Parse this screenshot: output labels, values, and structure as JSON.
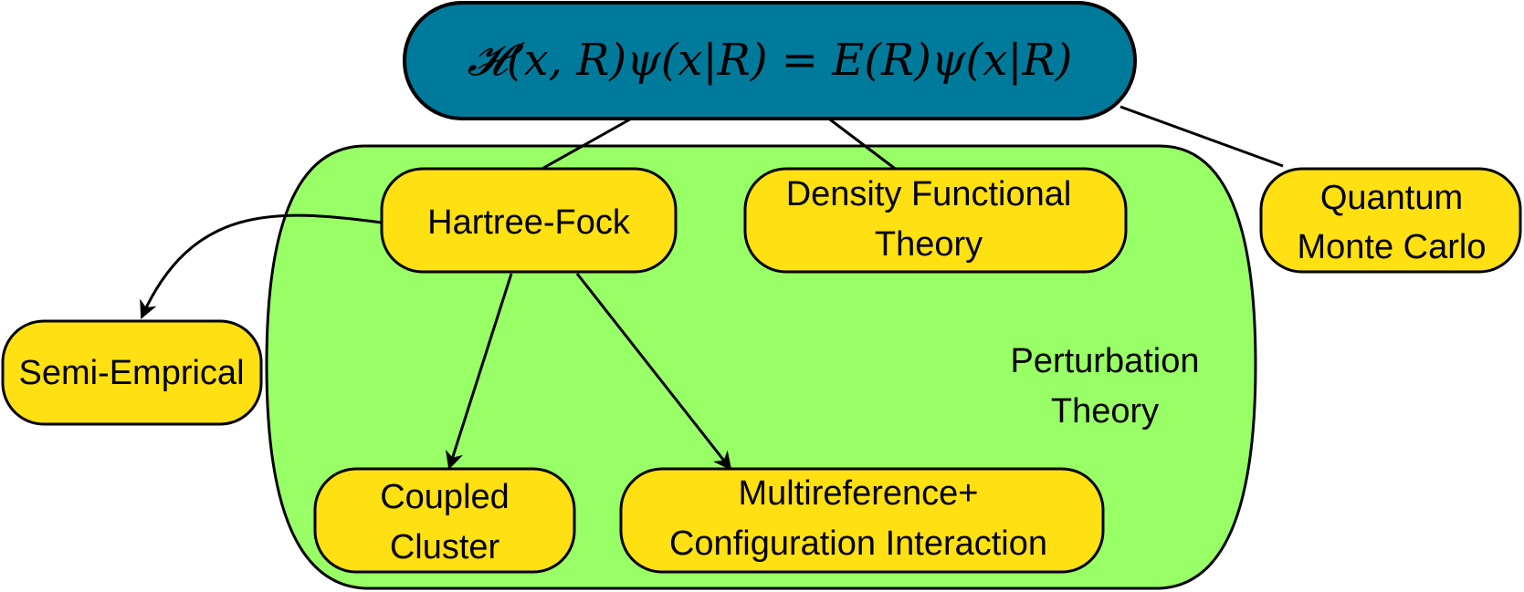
{
  "colors": {
    "equation_fill": "#007A9B",
    "region_fill": "#99FF66",
    "node_fill": "#FFE012",
    "stroke": "#000000"
  },
  "equation": {
    "text": "𝓗(x, R)ψ(x|R) = E(R)ψ(x|R)"
  },
  "region": {
    "label_line1": "Perturbation",
    "label_line2": "Theory"
  },
  "nodes": {
    "hartree_fock": {
      "line1": "Hartree-Fock"
    },
    "dft": {
      "line1": "Density Functional",
      "line2": "Theory"
    },
    "qmc": {
      "line1": "Quantum",
      "line2": "Monte Carlo"
    },
    "semi_empirical": {
      "line1": "Semi-Emprical"
    },
    "coupled_cluster": {
      "line1": "Coupled",
      "line2": "Cluster"
    },
    "multireference": {
      "line1": "Multireference+",
      "line2": "Configuration Interaction"
    }
  }
}
